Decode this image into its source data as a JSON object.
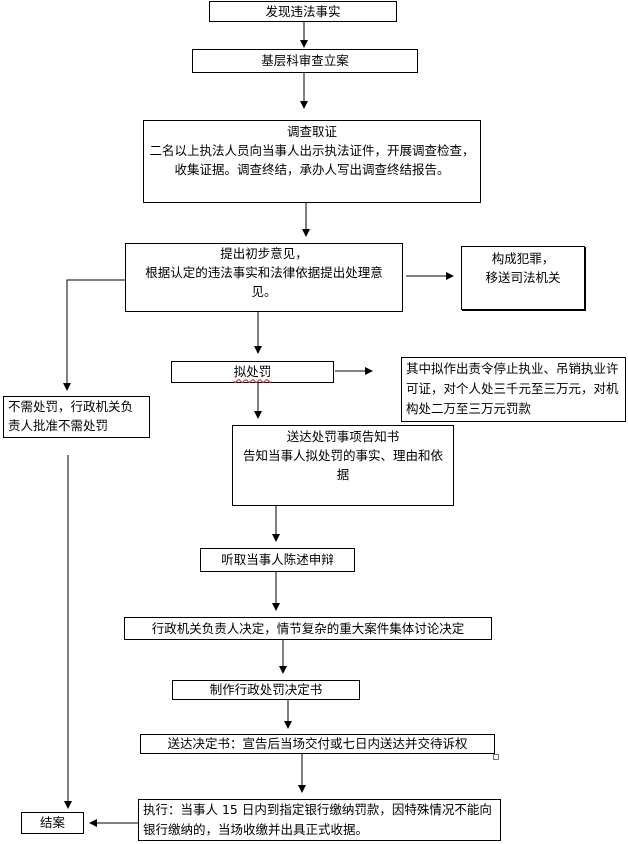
{
  "flow": {
    "discover": "发现违法事实",
    "register": "基层科审查立案",
    "investigate": {
      "title": "调查取证",
      "text": "二名以上执法人员向当事人出示执法证件，开展调查检查，收集证据。调查终结，承办人写出调查终结报告。"
    },
    "opinion": {
      "title": "提出初步意见，",
      "text": "根据认定的违法事实和法律依据提出处理意见。"
    },
    "crime": {
      "line1": "构成犯罪，",
      "line2": "移送司法机关"
    },
    "no_penalty": "不需处罚，行政机关负责人批准不需处罚",
    "propose_penalty": "拟处罚",
    "license_note": "其中拟作出责令停止执业、吊销执业许可证，对个人处三千元至三万元，对机构处二万至三万元罚款",
    "notice": {
      "title": "送达处罚事项告知书",
      "text": "告知当事人拟处罚的事实、理由和依据"
    },
    "hearing": "听取当事人陈述申辩",
    "decision": "行政机关负责人决定，情节复杂的重大案件集体讨论决定",
    "make_doc": "制作行政处罚决定书",
    "deliver": "送达决定书：宣告后当场交付或七日内送达并交待诉权",
    "execute": "执行：当事人 15 日内到指定银行缴纳罚款，因特殊情况不能向银行缴纳的，当场收缴并出具正式收据。",
    "close": "结案"
  }
}
